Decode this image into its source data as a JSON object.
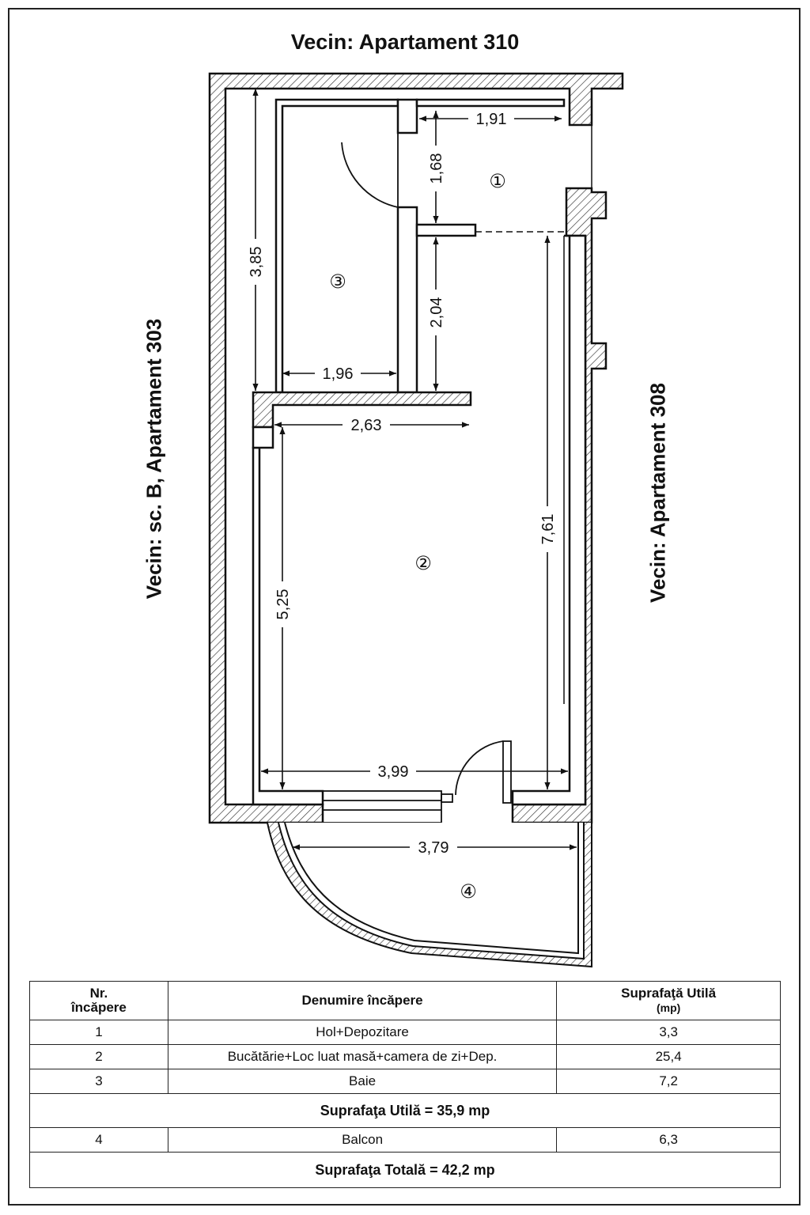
{
  "labels": {
    "top": "Vecin: Apartament 310",
    "left": "Vecin: sc. B, Apartament 303",
    "right": "Vecin: Apartament 308"
  },
  "dimensions": {
    "d191": "1,91",
    "d168": "1,68",
    "d385": "3,85",
    "d204": "2,04",
    "d196": "1,96",
    "d263": "2,63",
    "d761": "7,61",
    "d525": "5,25",
    "d399": "3,99",
    "d379": "3,79"
  },
  "room_numbers": {
    "r1": "①",
    "r2": "②",
    "r3": "③",
    "r4": "④"
  },
  "table": {
    "header": {
      "nr_line1": "Nr.",
      "nr_line2": "încăpere",
      "name": "Denumire încăpere",
      "area_line1": "Suprafaţă Utilă",
      "area_unit": "(mp)"
    },
    "rows": [
      {
        "nr": "1",
        "name": "Hol+Depozitare",
        "area": "3,3"
      },
      {
        "nr": "2",
        "name": "Bucătărie+Loc luat masă+camera de zi+Dep.",
        "area": "25,4"
      },
      {
        "nr": "3",
        "name": "Baie",
        "area": "7,2"
      }
    ],
    "subtotal": "Suprafaţa Utilă = 35,9 mp",
    "balcony": {
      "nr": "4",
      "name": "Balcon",
      "area": "6,3"
    },
    "total": "Suprafaţa Totală = 42,2 mp"
  }
}
